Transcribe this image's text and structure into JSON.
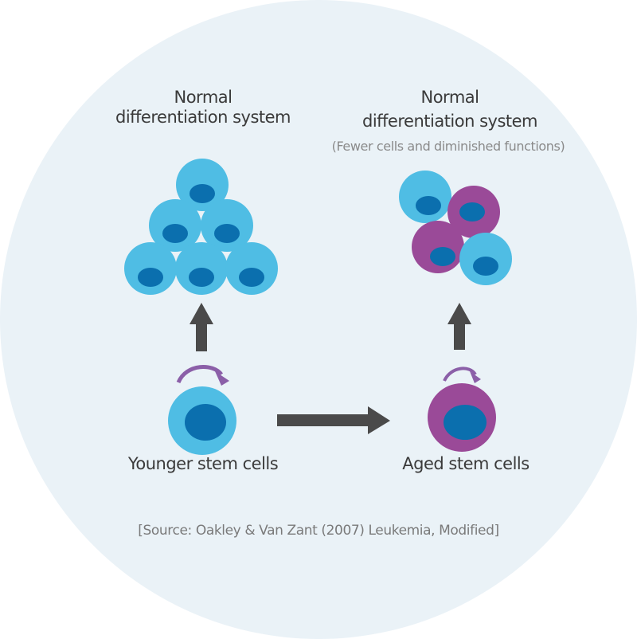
{
  "left_panel": {
    "title_line1": "Normal",
    "title_line2": "differentiation system",
    "caption": "Younger stem cells"
  },
  "right_panel": {
    "title_line1": "Normal",
    "title_line2": "differentiation system",
    "note": "(Fewer cells and diminished functions)",
    "caption": "Aged stem cells"
  },
  "source": "[Source: Oakley & Van Zant (2007) Leukemia, Modified]",
  "colors": {
    "background": "#eaf2f7",
    "young_cell": "#4fbde4",
    "aged_cell": "#9a4a98",
    "nucleus": "#0b6fae",
    "arrow": "#4a4a4a",
    "self_renewal_arrow": "#8b5fa8"
  }
}
